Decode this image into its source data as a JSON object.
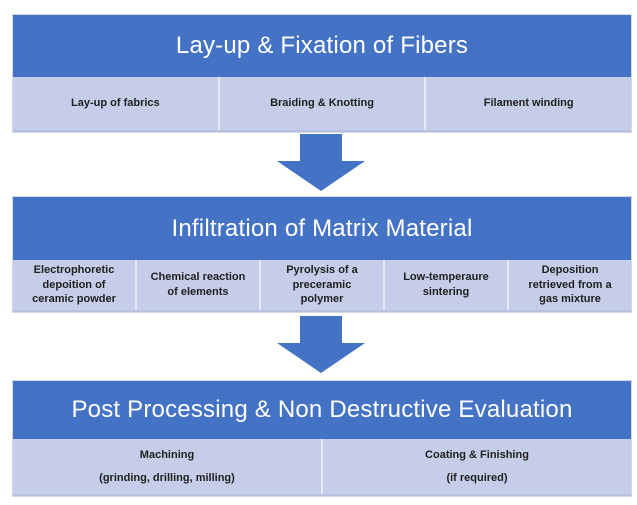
{
  "colors": {
    "header_blue": "#4472C4",
    "row_light": "#C5CDE8",
    "divider": "#E7EAF5",
    "arrow_blue": "#4472C4",
    "header_text": "#FFFFFF",
    "cell_text": "#1F1F1F"
  },
  "stages": [
    {
      "title": "Lay-up & Fixation of Fibers",
      "items": [
        {
          "label": "Lay-up of fabrics"
        },
        {
          "label": "Braiding & Knotting"
        },
        {
          "label": "Filament winding"
        }
      ]
    },
    {
      "title": "Infiltration of Matrix Material",
      "items": [
        {
          "label": "Electrophoretic depoition of ceramic powder"
        },
        {
          "label": "Chemical reaction of elements"
        },
        {
          "label": "Pyrolysis of a preceramic polymer"
        },
        {
          "label": "Low-temperaure sintering"
        },
        {
          "label": "Deposition retrieved from a gas mixture"
        }
      ]
    },
    {
      "title": "Post Processing & Non Destructive Evaluation",
      "items": [
        {
          "line1": "Machining",
          "line2": "(grinding, drilling, milling)"
        },
        {
          "line1": "Coating & Finishing",
          "line2": "(if required)"
        }
      ]
    }
  ]
}
